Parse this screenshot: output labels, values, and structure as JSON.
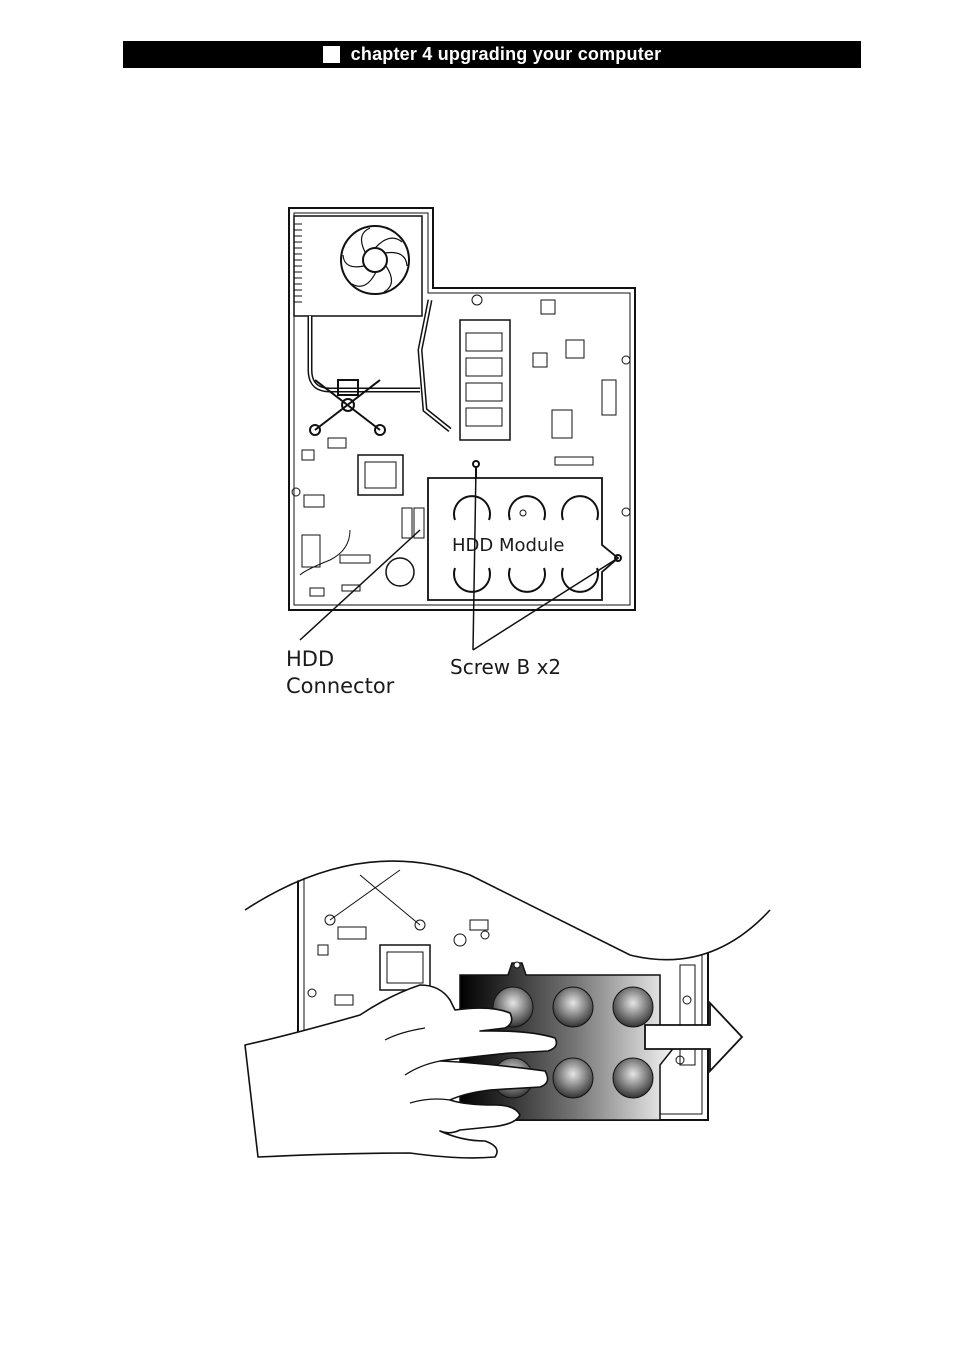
{
  "header": {
    "chapter_title": "chapter 4 upgrading your computer"
  },
  "figure1": {
    "labels": {
      "hdd_module": "HDD Module",
      "hdd_connector_line1": "HDD",
      "hdd_connector_line2": "Connector",
      "screw": "Screw B x2"
    }
  },
  "figure2": {}
}
